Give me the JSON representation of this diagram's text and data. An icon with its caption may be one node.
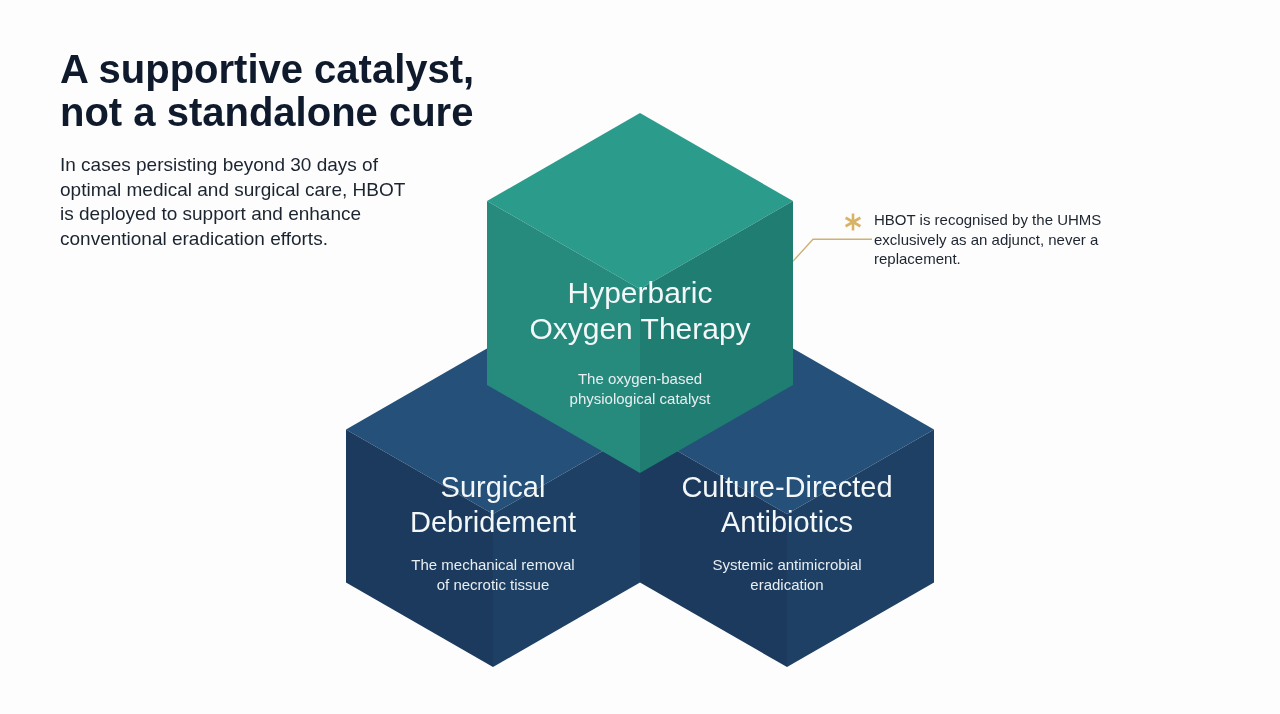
{
  "diagram": {
    "title": "A supportive catalyst, not a standalone cure",
    "nodes": [
      {
        "text": [
          "Hyperbaric Oxygen Therapy",
          "The oxygen-based physiological catalyst"
        ]
      },
      {
        "text": [
          "HBOT is recognised by the UHMS exclusively as an adjunct, never a replacement."
        ]
      },
      {
        "text": [
          "Surgical Debridement",
          "The mechanical removal of necrotic tissue"
        ]
      },
      {
        "text": [
          "Culture-Directed Antibiotics",
          "Systemic antimicrobial eradication"
        ]
      }
    ],
    "edges": [
      {
        "from": 1,
        "to": 0,
        "arrow": "none"
      }
    ],
    "labels": [
      "In cases persisting beyond 30 days of optimal medical and surgical care, HBOT is deployed to support and enhance conventional eradication efforts."
    ]
  }
}
